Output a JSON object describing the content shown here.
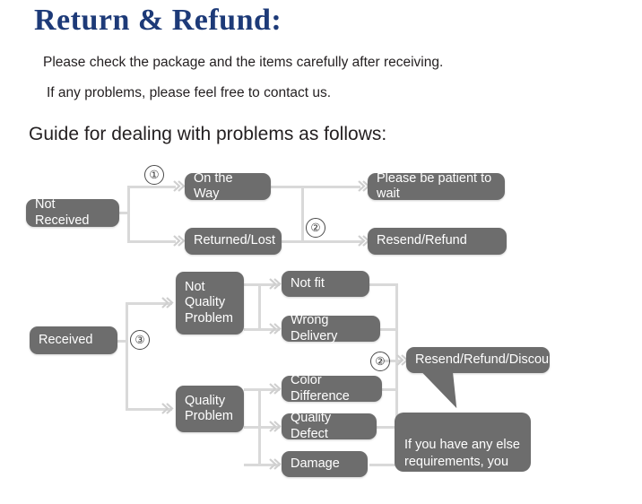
{
  "header": {
    "title": "Return & Refund:",
    "title_color": "#1d3a78",
    "line1": "Please check the package and the items carefully after receiving.",
    "line2": "If any problems, please feel free to contact us.",
    "guide": "Guide for dealing with problems as follows:"
  },
  "theme": {
    "node_fill": "#6d6d6d",
    "node_text": "#ffffff",
    "connector": "#d9d9d9",
    "background": "#ffffff",
    "body_text": "#231f20"
  },
  "flow": {
    "nodes": [
      {
        "id": "not-received",
        "label": "Not Received"
      },
      {
        "id": "on-the-way",
        "label": "On the Way"
      },
      {
        "id": "returned-lost",
        "label": "Returned/Lost"
      },
      {
        "id": "please-be-patient",
        "label": "Please be patient to wait"
      },
      {
        "id": "resend-refund",
        "label": "Resend/Refund"
      },
      {
        "id": "received",
        "label": "Received"
      },
      {
        "id": "not-quality-problem",
        "label": "Not\nQuality\nProblem"
      },
      {
        "id": "not-fit",
        "label": "Not fit"
      },
      {
        "id": "wrong-delivery",
        "label": "Wrong Delivery"
      },
      {
        "id": "quality-problem",
        "label": "Quality\nProblem"
      },
      {
        "id": "color-difference",
        "label": "Color Difference"
      },
      {
        "id": "quality-defect",
        "label": "Quality Defect"
      },
      {
        "id": "damage",
        "label": "Damage"
      },
      {
        "id": "resend-refund-discount",
        "label": "Resend/Refund/Discount"
      }
    ],
    "steps": [
      {
        "id": "step-1",
        "label": "①"
      },
      {
        "id": "step-2-top",
        "label": "②"
      },
      {
        "id": "step-3",
        "label": "③"
      },
      {
        "id": "step-2-bottom",
        "label": "②"
      }
    ],
    "callout": {
      "text": "If you have any else\nrequirements, you could\nalso tell us!"
    }
  }
}
